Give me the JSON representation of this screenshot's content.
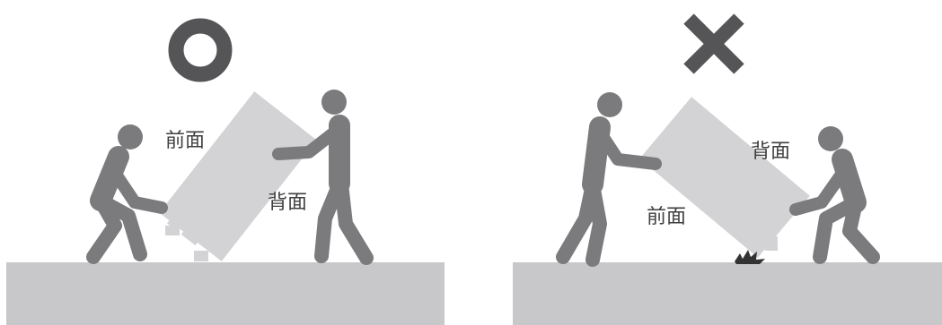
{
  "panels": [
    {
      "verdict": "correct",
      "mark_icon": "circle-icon",
      "labels": {
        "front": "前面",
        "back": "背面"
      }
    },
    {
      "verdict": "incorrect",
      "mark_icon": "cross-icon",
      "labels": {
        "front": "前面",
        "back": "背面"
      }
    }
  ],
  "colors": {
    "figure": "#7b7b7d",
    "floor": "#c8c8ca",
    "appliance": "#d3d3d5",
    "text": "#3f3f3f",
    "mark": "#555557",
    "impact": "#333333"
  }
}
